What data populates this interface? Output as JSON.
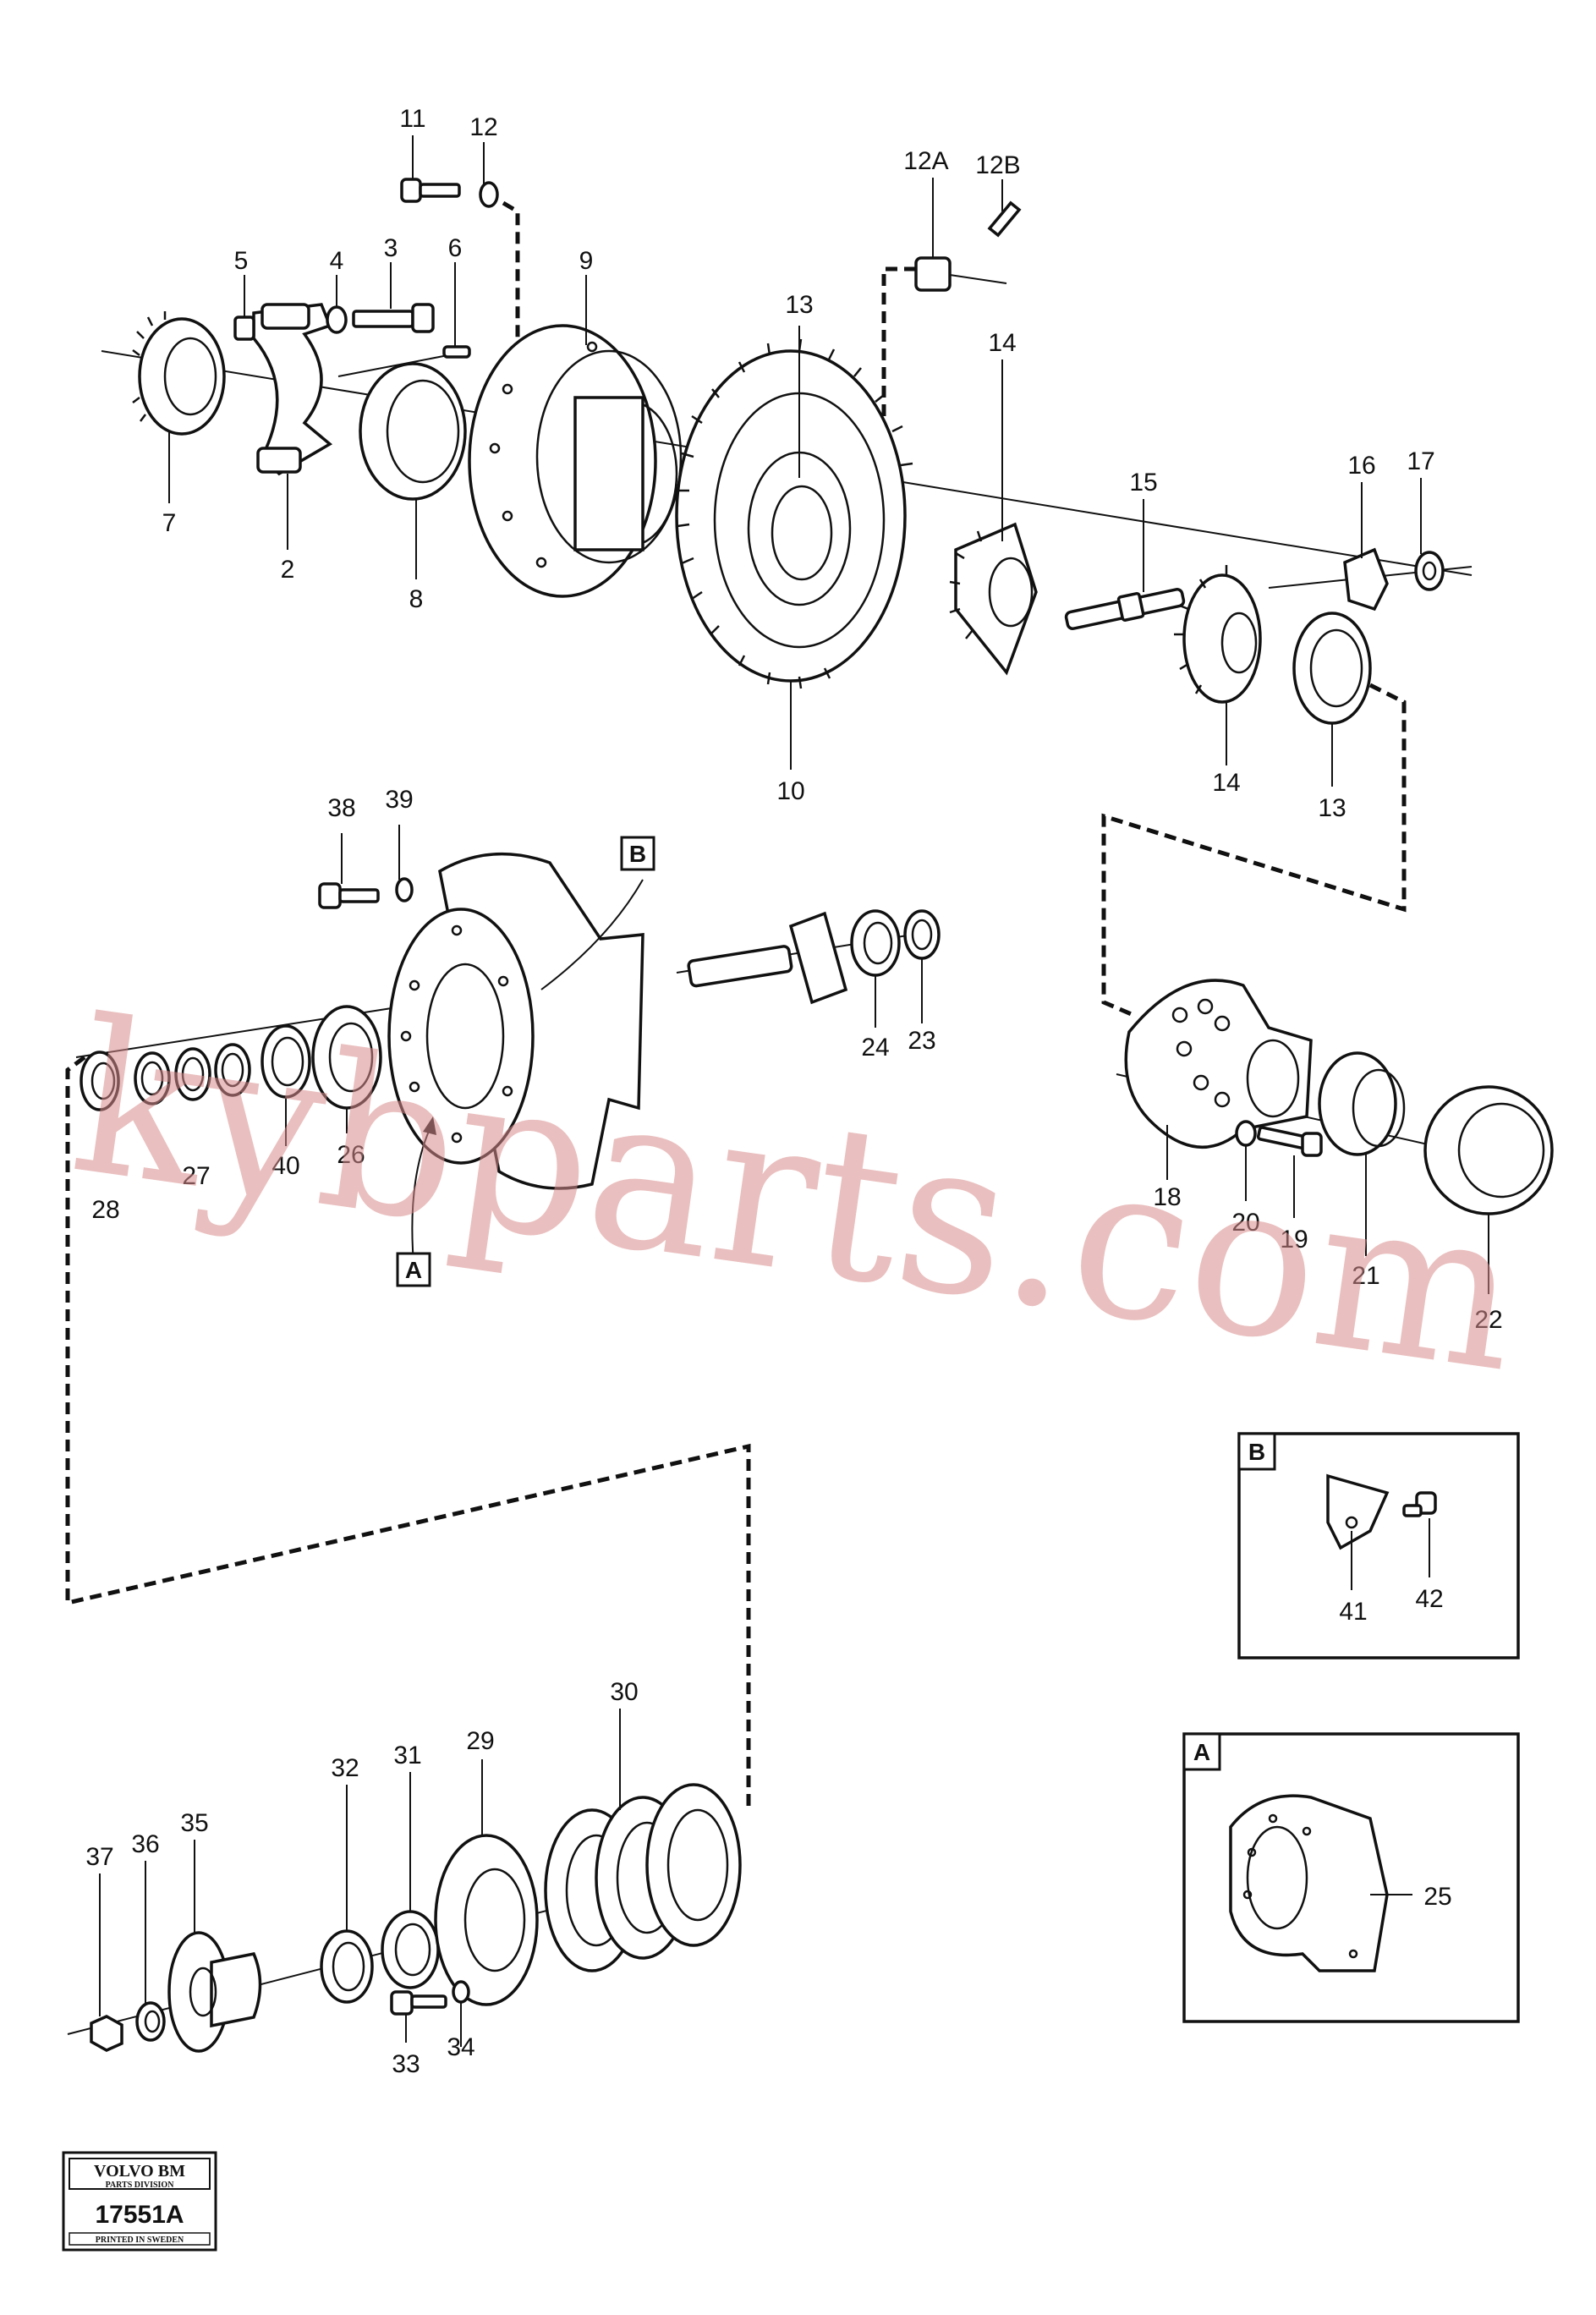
{
  "callouts": [
    {
      "id": "c11",
      "text": "11"
    },
    {
      "id": "c12",
      "text": "12"
    },
    {
      "id": "c12A",
      "text": "12A"
    },
    {
      "id": "c12B",
      "text": "12B"
    },
    {
      "id": "c5",
      "text": "5"
    },
    {
      "id": "c4",
      "text": "4"
    },
    {
      "id": "c3",
      "text": "3"
    },
    {
      "id": "c6",
      "text": "6"
    },
    {
      "id": "c9",
      "text": "9"
    },
    {
      "id": "c13a",
      "text": "13"
    },
    {
      "id": "c14a",
      "text": "14"
    },
    {
      "id": "c15",
      "text": "15"
    },
    {
      "id": "c16",
      "text": "16"
    },
    {
      "id": "c17",
      "text": "17"
    },
    {
      "id": "c7",
      "text": "7"
    },
    {
      "id": "c2",
      "text": "2"
    },
    {
      "id": "c8",
      "text": "8"
    },
    {
      "id": "c10",
      "text": "10"
    },
    {
      "id": "c14b",
      "text": "14"
    },
    {
      "id": "c13b",
      "text": "13"
    },
    {
      "id": "c38",
      "text": "38"
    },
    {
      "id": "c39",
      "text": "39"
    },
    {
      "id": "c24",
      "text": "24"
    },
    {
      "id": "c23",
      "text": "23"
    },
    {
      "id": "c26",
      "text": "26"
    },
    {
      "id": "c40",
      "text": "40"
    },
    {
      "id": "c27",
      "text": "27"
    },
    {
      "id": "c28",
      "text": "28"
    },
    {
      "id": "c18",
      "text": "18"
    },
    {
      "id": "c20",
      "text": "20"
    },
    {
      "id": "c19",
      "text": "19"
    },
    {
      "id": "c21",
      "text": "21"
    },
    {
      "id": "c22",
      "text": "22"
    },
    {
      "id": "c41",
      "text": "41"
    },
    {
      "id": "c42",
      "text": "42"
    },
    {
      "id": "c30",
      "text": "30"
    },
    {
      "id": "c29",
      "text": "29"
    },
    {
      "id": "c31",
      "text": "31"
    },
    {
      "id": "c32",
      "text": "32"
    },
    {
      "id": "c35",
      "text": "35"
    },
    {
      "id": "c36",
      "text": "36"
    },
    {
      "id": "c37",
      "text": "37"
    },
    {
      "id": "c33",
      "text": "33"
    },
    {
      "id": "c34",
      "text": "34"
    },
    {
      "id": "c25",
      "text": "25"
    }
  ],
  "detail_refs": {
    "a_marker": "A",
    "b_marker": "B",
    "inset_b_title": "B",
    "inset_a_title": "A"
  },
  "watermark": "kybparts.com",
  "stamp": {
    "brand": "VOLVO BM",
    "division": "PARTS DIVISION",
    "number": "17551A",
    "footer": "PRINTED IN SWEDEN"
  }
}
